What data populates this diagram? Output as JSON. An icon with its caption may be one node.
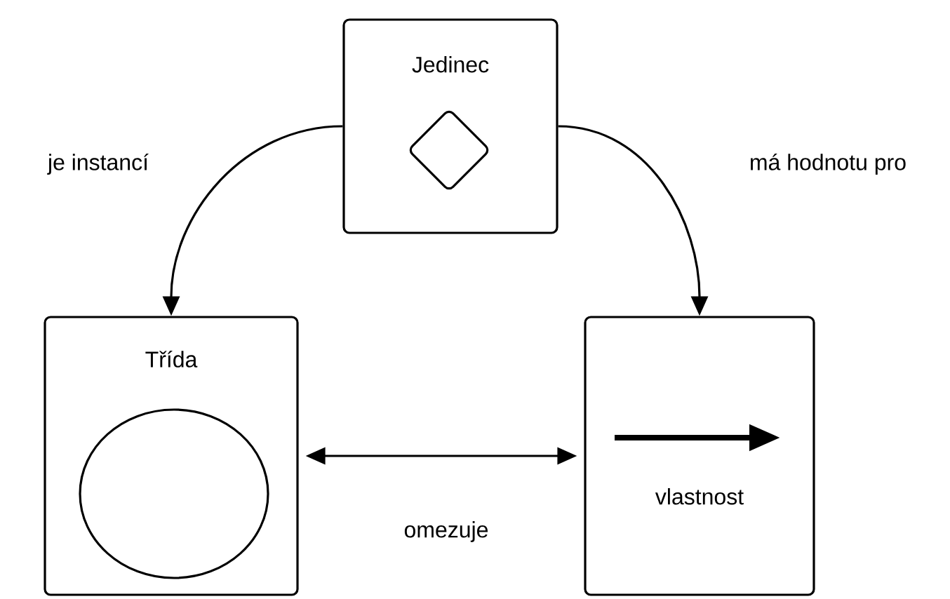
{
  "diagram": {
    "nodes": [
      {
        "text": [
          "Jedinec"
        ]
      },
      {
        "text": [
          "Třída"
        ]
      },
      {
        "text": [
          "vlastnost"
        ]
      }
    ],
    "edges": [
      {
        "from": 0,
        "to": 1,
        "arrow": "to",
        "label": "je instancí"
      },
      {
        "from": 0,
        "to": 2,
        "arrow": "to",
        "label": "má hodnotu pro"
      },
      {
        "from": 1,
        "to": 2,
        "arrow": "both",
        "label": "omezuje"
      }
    ]
  }
}
